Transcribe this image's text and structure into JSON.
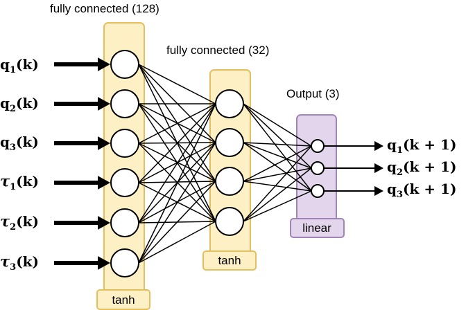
{
  "layer1": {
    "title": "fully connected (128)",
    "activation": "tanh",
    "fill": "#fdf0c4",
    "stroke": "#e5bf5e"
  },
  "layer2": {
    "title": "fully connected (32)",
    "activation": "tanh",
    "fill": "#fdf0c4",
    "stroke": "#e5bf5e"
  },
  "output": {
    "title": "Output (3)",
    "activation": "linear",
    "fill": "#e3d6ec",
    "stroke": "#a283b5"
  },
  "inputs": [
    {
      "sym": "q",
      "sub": "1",
      "arg": "(k)"
    },
    {
      "sym": "q",
      "sub": "2",
      "arg": "(k)"
    },
    {
      "sym": "q",
      "sub": "3",
      "arg": "(k)"
    },
    {
      "sym": "τ",
      "sub": "1",
      "arg": "(k)"
    },
    {
      "sym": "τ",
      "sub": "2",
      "arg": "(k)"
    },
    {
      "sym": "τ",
      "sub": "3",
      "arg": "(k)"
    }
  ],
  "outputs": [
    {
      "sym": "q",
      "sub": "1",
      "arg": "(k + 1)"
    },
    {
      "sym": "q",
      "sub": "2",
      "arg": "(k + 1)"
    },
    {
      "sym": "q",
      "sub": "3",
      "arg": "(k + 1)"
    }
  ]
}
